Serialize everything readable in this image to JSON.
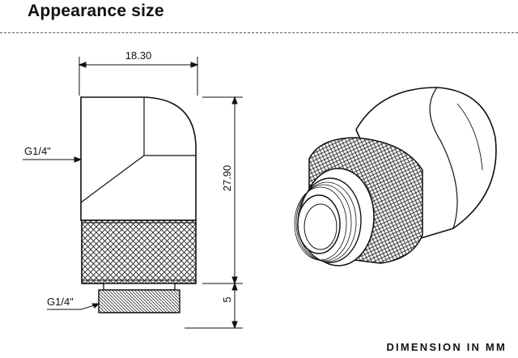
{
  "header": {
    "title": "Appearance size"
  },
  "dimensions": {
    "width": "18.30",
    "height": "27.90",
    "thread_length": "5",
    "thread_top": "G1/4\"",
    "thread_bottom": "G1/4\""
  },
  "footer": {
    "note": "DIMENSION IN MM"
  }
}
